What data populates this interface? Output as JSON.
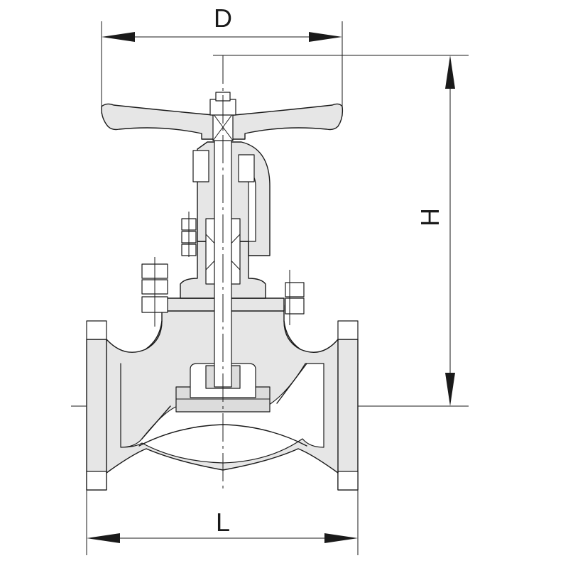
{
  "diagram": {
    "dimensions": {
      "handwheel_diameter_label": "D",
      "height_label": "H",
      "face_to_face_length_label": "L"
    }
  }
}
